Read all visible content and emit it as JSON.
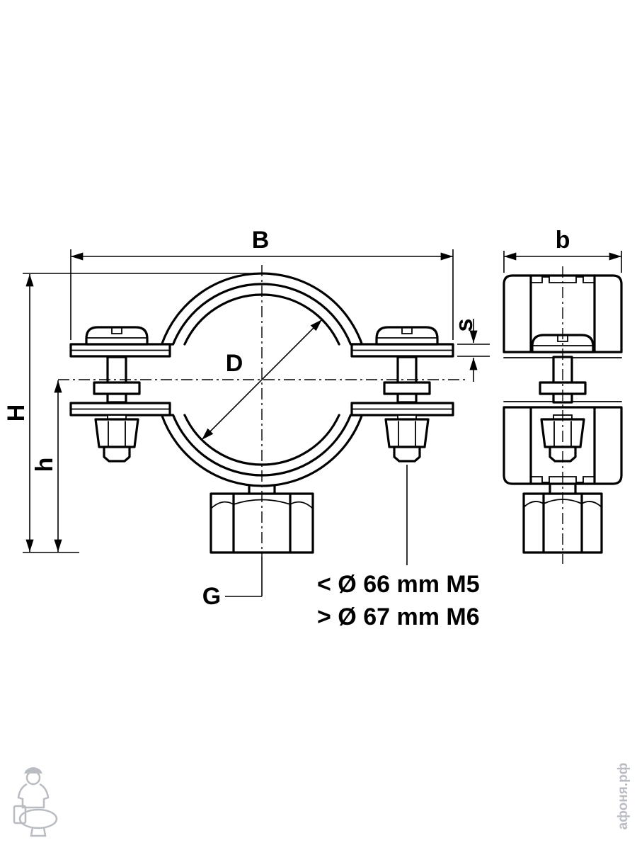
{
  "page": {
    "background": "#ffffff",
    "ink_color": "#000000",
    "watermark_color": "#b9bdc2"
  },
  "dimensions": {
    "width_overall": {
      "label": "B"
    },
    "width_band": {
      "label": "b"
    },
    "band_thickness": {
      "label": "s"
    },
    "pipe_diameter": {
      "label": "D"
    },
    "height_overall": {
      "label": "H"
    },
    "height_to_axis": {
      "label": "h"
    },
    "thread_connection": {
      "label": "G"
    }
  },
  "annotations": {
    "thread_note_line1": "< Ø 66 mm M5",
    "thread_note_line2": "> Ø 67 mm M6"
  },
  "watermark": {
    "site_text": "афоня.рф"
  }
}
